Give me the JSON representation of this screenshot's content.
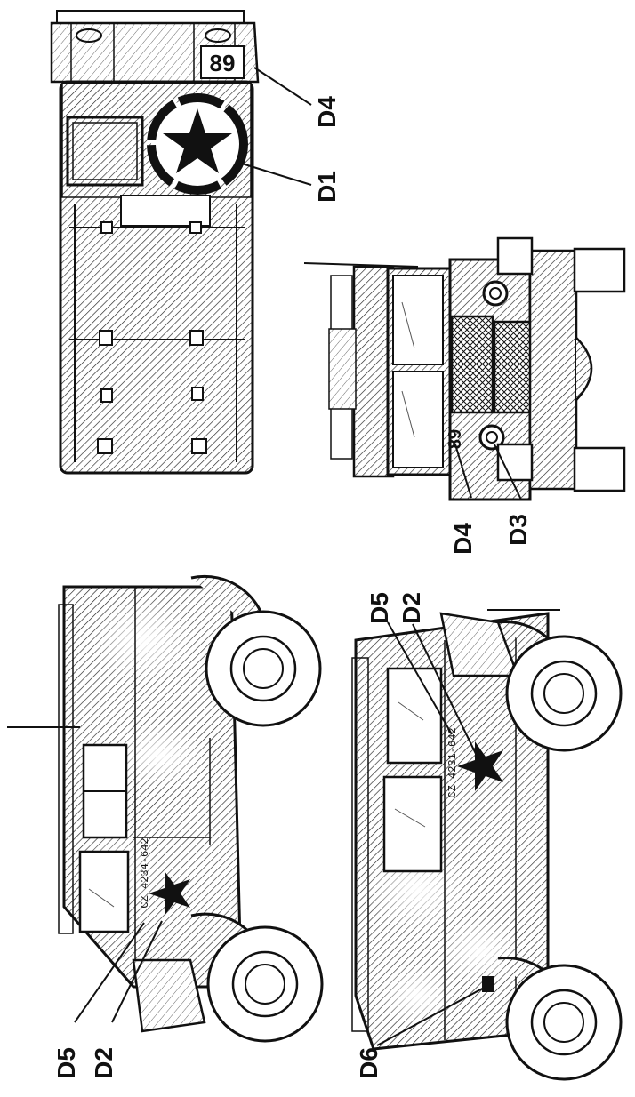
{
  "callouts": {
    "top_view_d4": "D4",
    "top_view_d1": "D1",
    "front_view_d4": "D4",
    "front_view_d3": "D3",
    "left_side_d5": "D5",
    "left_side_d2": "D2",
    "right_side_d5": "D5",
    "right_side_d2": "D2",
    "right_side_d6": "D6"
  },
  "markings": {
    "vehicle_number_top": "89",
    "vehicle_number_front": "89",
    "serial_left": "CZ 4234-642",
    "serial_right": "CZ 4231-642"
  }
}
